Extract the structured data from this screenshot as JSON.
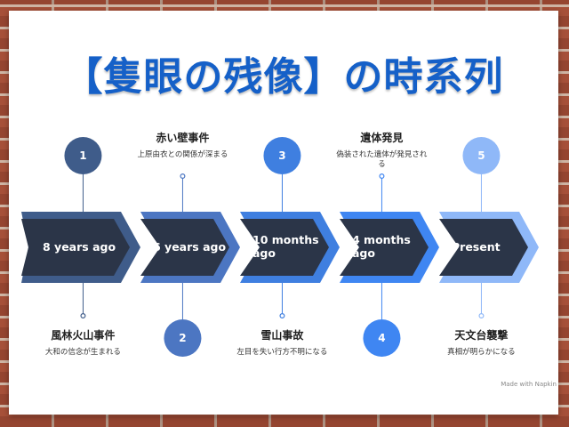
{
  "title": "【隻眼の残像】の時系列",
  "milestones": [
    {
      "number": "1",
      "time": "8 years ago",
      "event_title": "風林火山事件",
      "event_desc": "大和の信念が生まれる",
      "position": "below"
    },
    {
      "number": "2",
      "time": "6 years ago",
      "event_title": "赤い壁事件",
      "event_desc": "上原由衣との関係が深まる",
      "position": "above"
    },
    {
      "number": "3",
      "time": "10 months ago",
      "event_title": "雪山事故",
      "event_desc": "左目を失い行方不明になる",
      "position": "below"
    },
    {
      "number": "4",
      "time": "4 months ago",
      "event_title": "遺体発見",
      "event_desc": "偽装された遺体が発見される",
      "position": "above"
    },
    {
      "number": "5",
      "time": "Present",
      "event_title": "天文台襲撃",
      "event_desc": "真相が明らかになる",
      "position": "below"
    }
  ],
  "footer": "Made with Napkin",
  "colors": {
    "title": "#1560c8",
    "stages": [
      "#3f5c8a",
      "#4c76c2",
      "#3f7fe0",
      "#3f86f2",
      "#8fb8f8"
    ],
    "arrow_body": "#2b3548"
  }
}
